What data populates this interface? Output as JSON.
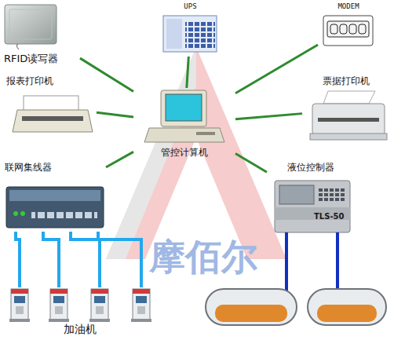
{
  "diagram": {
    "nodes": [
      {
        "text": [
          "RFID读写器"
        ]
      },
      {
        "text": [
          "UPS"
        ]
      },
      {
        "text": [
          "MODEM"
        ]
      },
      {
        "text": [
          "报表打印机"
        ]
      },
      {
        "text": [
          "管控计算机"
        ]
      },
      {
        "text": [
          "票据打印机"
        ]
      },
      {
        "text": [
          "联网集线器"
        ]
      },
      {
        "text": [
          "液位控制器"
        ]
      },
      {
        "text": [
          "加油机"
        ]
      }
    ],
    "edges": [
      {
        "from": 4,
        "to": 0,
        "arrow": "none"
      },
      {
        "from": 4,
        "to": 1,
        "arrow": "none"
      },
      {
        "from": 4,
        "to": 2,
        "arrow": "none"
      },
      {
        "from": 4,
        "to": 3,
        "arrow": "none"
      },
      {
        "from": 4,
        "to": 5,
        "arrow": "none"
      },
      {
        "from": 4,
        "to": 6,
        "arrow": "none"
      },
      {
        "from": 4,
        "to": 7,
        "arrow": "none"
      },
      {
        "from": 6,
        "to": 8,
        "arrow": "none"
      },
      {
        "from": 6,
        "to": 8,
        "arrow": "none"
      },
      {
        "from": 6,
        "to": 8,
        "arrow": "none"
      },
      {
        "from": 6,
        "to": 8,
        "arrow": "none"
      }
    ],
    "labels": [
      "TLS-50",
      "摩佰尔"
    ]
  }
}
